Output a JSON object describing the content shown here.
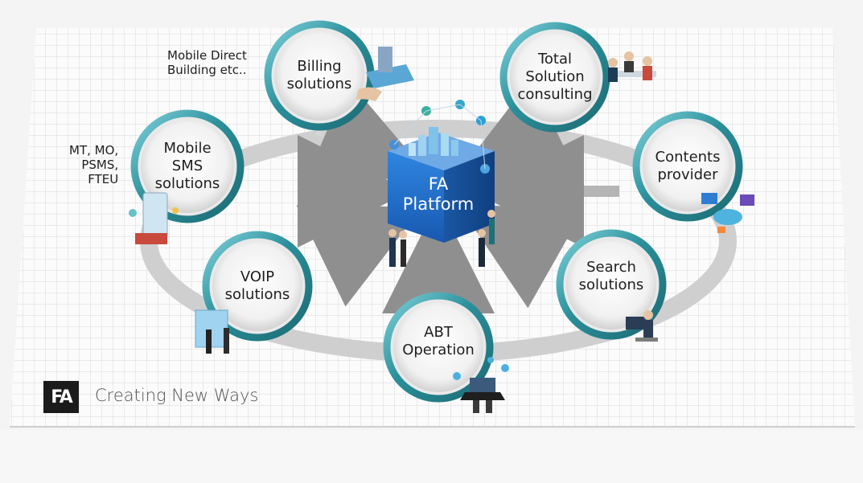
{
  "center": {
    "label": "FA\nPlatform"
  },
  "nodes": [
    {
      "id": "billing",
      "label": "Billing\nsolutions"
    },
    {
      "id": "total",
      "label": "Total\nSolution\nconsulting"
    },
    {
      "id": "mobile-sms",
      "label": "Mobile\nSMS\nsolutions"
    },
    {
      "id": "contents",
      "label": "Contents\nprovider"
    },
    {
      "id": "voip",
      "label": "VOIP\nsolutions"
    },
    {
      "id": "search",
      "label": "Search\nsolutions"
    },
    {
      "id": "abt",
      "label": "ABT\nOperation"
    }
  ],
  "notes": {
    "billing": "Mobile Direct\nBuilding etc..",
    "sms": "MT, MO,\nPSMS,\nFTEU"
  },
  "brand": {
    "logo_text": "FA",
    "tagline": "Creating New Ways"
  },
  "colors": {
    "ring_teal": "#2a8f9a",
    "platform_blue": "#1f6fc8",
    "arrow_gray": "#9a9a9a"
  }
}
